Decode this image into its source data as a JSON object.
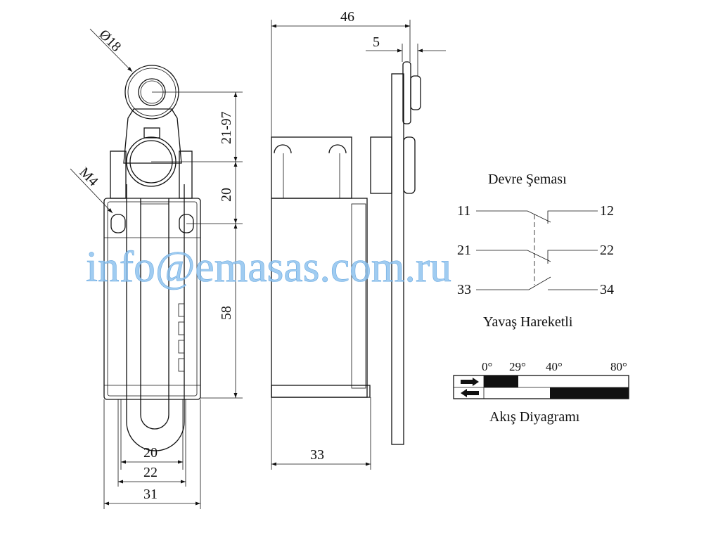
{
  "front_view": {
    "roller_diameter": "Ø18",
    "thread": "M4",
    "dim_lever": "21-97",
    "dim_pivot": "20",
    "dim_height": "58",
    "dim_slot": "20",
    "dim_holes": "22",
    "dim_width": "31"
  },
  "side_view": {
    "dim_total": "46",
    "dim_lever_offset": "5",
    "dim_depth": "33"
  },
  "circuit": {
    "title": "Devre Şeması",
    "terminals": [
      "11",
      "12",
      "21",
      "22",
      "33",
      "34"
    ],
    "action": "Yavaş Hareketli"
  },
  "flow": {
    "title": "Akış Diyagramı",
    "angles": [
      "0°",
      "29°",
      "40°",
      "80°"
    ],
    "forward_closed_range_deg": [
      0,
      29
    ],
    "return_closed_range_deg": [
      40,
      80
    ]
  },
  "watermark": "info@emasas.com.ru"
}
